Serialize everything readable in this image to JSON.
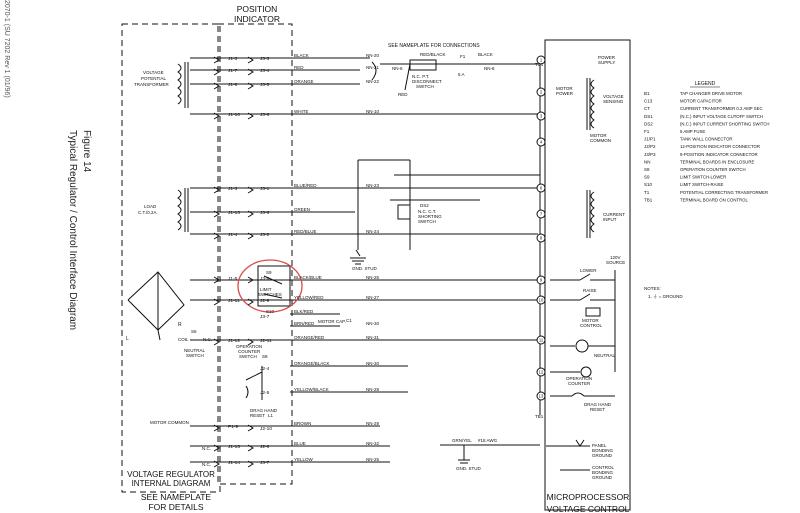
{
  "side_caption": {
    "figure": "Figure 14",
    "title": "Typical Regulator / Control Interface Diagram",
    "edge_text": "2070-1 (SU 7202 Rev 1 (01/96)"
  },
  "header": {
    "position_indicator_line1": "POSITION",
    "position_indicator_line2": "INDICATOR",
    "see_nameplate_connections": "SEE NAMEPLATE FOR CONNECTIONS",
    "red_black": "RED/BLACK",
    "black_top": "BLACK",
    "nc_pt_line1": "N.C. P.T.",
    "nc_pt_line2": "DISCONNECT",
    "nc_pt_line3": "SWITCH",
    "fuse_f1": "F1",
    "fuse_amp": "5 A",
    "red_small": "RED",
    "wire_nn6": "NN-6",
    "wire_nn8": "NN-8"
  },
  "left_labels": {
    "vpt_line1": "VOLTAGE",
    "vpt_line2": "POTENTIAL",
    "vpt_line3": "TRANSFORMER",
    "load_ct_line1": "LOAD",
    "load_ct_line2": "C.T./0.2A",
    "motor_common": "MOTOR COMMON",
    "coil_l": "L",
    "coil_r": "R",
    "coil_text": "COIL",
    "nc_text": "N.C.",
    "s6_text": "S6",
    "neutral_switch_line1": "NEUTRAL",
    "neutral_switch_line2": "SWITCH",
    "bottom_box_line1": "VOLTAGE REGULATOR",
    "bottom_box_line2": "INTERNAL DIAGRAM",
    "see_nameplate_line1": "SEE NAMEPLATE",
    "see_nameplate_line2": "FOR DETAILS"
  },
  "connectors_left": [
    "J1-3",
    "J1-7",
    "J1-8",
    "J1-10",
    "J1-3",
    "J1-13",
    "J1-4",
    "J1-5",
    "J1-11",
    "J1-12",
    "P1-9",
    "J1-15",
    "J1-14"
  ],
  "connectors_right": [
    "J3-3",
    "J3-4",
    "J3-5",
    "J3-6",
    "J3-1",
    "J3-6",
    "J3-2",
    "J3-8",
    "J2-9",
    "J3-7",
    "J2-11",
    "J2-4",
    "J2-5",
    "J2-10",
    "J2-6",
    "J3-7"
  ],
  "nc_labels": [
    "N.C.",
    "N.C."
  ],
  "wires": [
    {
      "color": "BLACK",
      "id": "NN-20"
    },
    {
      "color": "RED",
      "id": "NN-21"
    },
    {
      "color": "ORANGE",
      "id": "NN-22"
    },
    {
      "color": "WHITE",
      "id": "NN-10"
    },
    {
      "color": "BLUE/RED",
      "id": "NN-23"
    },
    {
      "color": "GREEN",
      "id": ""
    },
    {
      "color": "RED/BLUE",
      "id": "NN-24"
    },
    {
      "color": "BLACK/BLUE",
      "id": "NN-26"
    },
    {
      "color": "YELLOW/RED",
      "id": "NN-27"
    },
    {
      "color": "BLK/RED",
      "id": ""
    },
    {
      "color": "BRN/RED",
      "id": "NN-30"
    },
    {
      "color": "ORANGE/RED",
      "id": "NN-31"
    },
    {
      "color": "ORANGE/BLACK",
      "id": "NN-30"
    },
    {
      "color": "YELLOW/BLACK",
      "id": "NN-28"
    },
    {
      "color": "BROWN",
      "id": "NN-29"
    },
    {
      "color": "BLUE",
      "id": "NN-32"
    },
    {
      "color": "YELLOW",
      "id": "NN-25"
    }
  ],
  "middle_labels": {
    "limit_switches_line1": "LIMIT",
    "limit_switches_line2": "SWITCHES",
    "s9": "S9",
    "s10": "S10",
    "motor_cap": "MOTOR CAP.",
    "c1": "C1",
    "op_counter_line1": "OPERATION",
    "op_counter_line2": "COUNTER",
    "op_counter_line3": "SWITCH",
    "s8": "S8",
    "drag_hand_line1": "DRAG HAND",
    "drag_hand_line2": "RESET",
    "l1": "L1",
    "ds2": "DS2",
    "nc_ct_line1": "N.C. C.T.",
    "nc_ct_line2": "SHORTING",
    "nc_ct_line3": "SWITCH",
    "gnd_stud": "GND. STUD",
    "grn_yel": "GRN/YEL",
    "awg": "#18 AWG",
    "tb1": "TB1",
    "tb1_bottom": "TB1"
  },
  "terminals": [
    "1",
    "2",
    "3",
    "4",
    "6",
    "7",
    "8",
    "9",
    "10",
    "11",
    "12",
    "13"
  ],
  "right_labels": {
    "power_supply_line1": "POWER",
    "power_supply_line2": "SUPPLY",
    "motor_power_line1": "MOTOR",
    "motor_power_line2": "POWER",
    "voltage_sensing_line1": "VOLTAGE",
    "voltage_sensing_line2": "SENSING",
    "motor_common_line1": "MOTOR",
    "motor_common_line2": "COMMON",
    "current_input_line1": "CURRENT",
    "current_input_line2": "INPUT",
    "source_line1": "120V",
    "source_line2": "SOURCE",
    "lower": "LOWER",
    "raise": "RAISE",
    "motor_control_line1": "MOTOR",
    "motor_control_line2": "CONTROL",
    "neutral": "NEUTRAL",
    "op_counter_line1": "OPERATION",
    "op_counter_line2": "COUNTER",
    "drag_reset_line1": "DRAG HAND",
    "drag_reset_line2": "RESET",
    "panel_bonding_line1": "PANEL",
    "panel_bonding_line2": "BONDING",
    "panel_bonding_line3": "GROUND",
    "control_bonding_line1": "CONTROL",
    "control_bonding_line2": "BONDING",
    "control_bonding_line3": "GROUND",
    "micro_line1": "MICROPROCESSOR",
    "micro_line2": "VOLTAGE CONTROL"
  },
  "legend": {
    "title": "LEGEND",
    "items": [
      {
        "code": "B1",
        "desc": "TAP CHANGER DRIVE MOTOR"
      },
      {
        "code": "C13",
        "desc": "MOTOR CAPACITOR"
      },
      {
        "code": "CT",
        "desc": "CURRENT TRANSFORMER 0.2 AMP SEC"
      },
      {
        "code": "DS1",
        "desc": "(N.C.) INPUT VOLTAGE CUTOFF SWITCH"
      },
      {
        "code": "DS2",
        "desc": "(N.C.) INPUT CURRENT SHORTING SWITCH"
      },
      {
        "code": "F1",
        "desc": "5 AMP FUSE"
      },
      {
        "code": "J1/P1",
        "desc": "TANK WALL CONNECTOR"
      },
      {
        "code": "J2/P2",
        "desc": "12-POSITION INDICATOR CONNECTOR"
      },
      {
        "code": "J3/P3",
        "desc": "9-POSITION INDICATOR CONNECTOR"
      },
      {
        "code": "NN",
        "desc": "TERMINAL BOARDS IN ENCLOSURE"
      },
      {
        "code": "S8",
        "desc": "OPERATION COUNTER SWITCH"
      },
      {
        "code": "S9",
        "desc": "LIMIT SWITCH-LOWER"
      },
      {
        "code": "S10",
        "desc": "LIMIT SWITCH-RAISE"
      },
      {
        "code": "T1",
        "desc": "POTENTIAL CORRECTING TRANSFORMER"
      },
      {
        "code": "TB1",
        "desc": "TERMINAL BOARD ON CONTROL"
      }
    ]
  },
  "notes": {
    "title": "NOTES:",
    "item": "1. ⏚ = GROUND"
  },
  "colors": {
    "ink": "#111111",
    "highlight_circle": "#d94a4a",
    "background": "#ffffff"
  }
}
